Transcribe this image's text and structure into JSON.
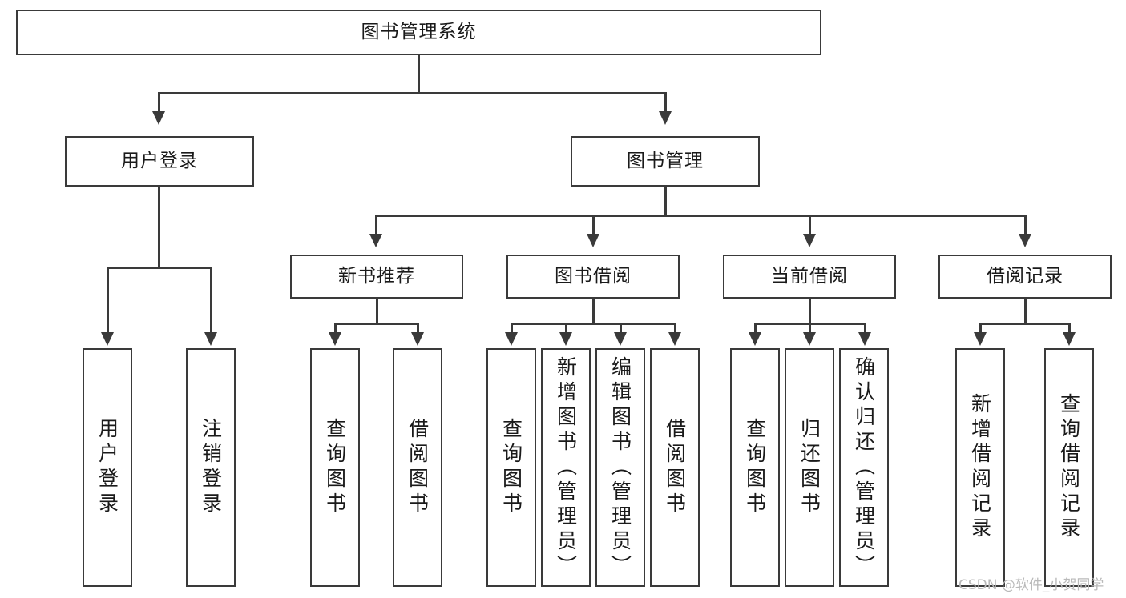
{
  "diagram": {
    "type": "tree",
    "title": "图书管理系统",
    "root": {
      "label": "图书管理系统"
    },
    "level1": [
      {
        "label": "用户登录"
      },
      {
        "label": "图书管理"
      }
    ],
    "level2": [
      {
        "label": "新书推荐"
      },
      {
        "label": "图书借阅"
      },
      {
        "label": "当前借阅"
      },
      {
        "label": "借阅记录"
      }
    ],
    "leaves": {
      "user_login": [
        {
          "label": "用户登录"
        },
        {
          "label": "注销登录"
        }
      ],
      "new_book_recommend": [
        {
          "label": "查询图书"
        },
        {
          "label": "借阅图书"
        }
      ],
      "book_borrow": [
        {
          "label": "查询图书"
        },
        {
          "label": "新增图书（管理员）"
        },
        {
          "label": "编辑图书（管理员）"
        },
        {
          "label": "借阅图书"
        }
      ],
      "current_borrow": [
        {
          "label": "查询图书"
        },
        {
          "label": "归还图书"
        },
        {
          "label": "确认归还（管理员）"
        }
      ],
      "borrow_record": [
        {
          "label": "新增借阅记录"
        },
        {
          "label": "查询借阅记录"
        }
      ]
    }
  },
  "watermark": {
    "text": "CSDN @软件_小贺同学"
  },
  "colors": {
    "stroke": "#3a3a3a",
    "background": "#ffffff",
    "text": "#1a1a1a",
    "watermark": "#b9b9b9"
  }
}
